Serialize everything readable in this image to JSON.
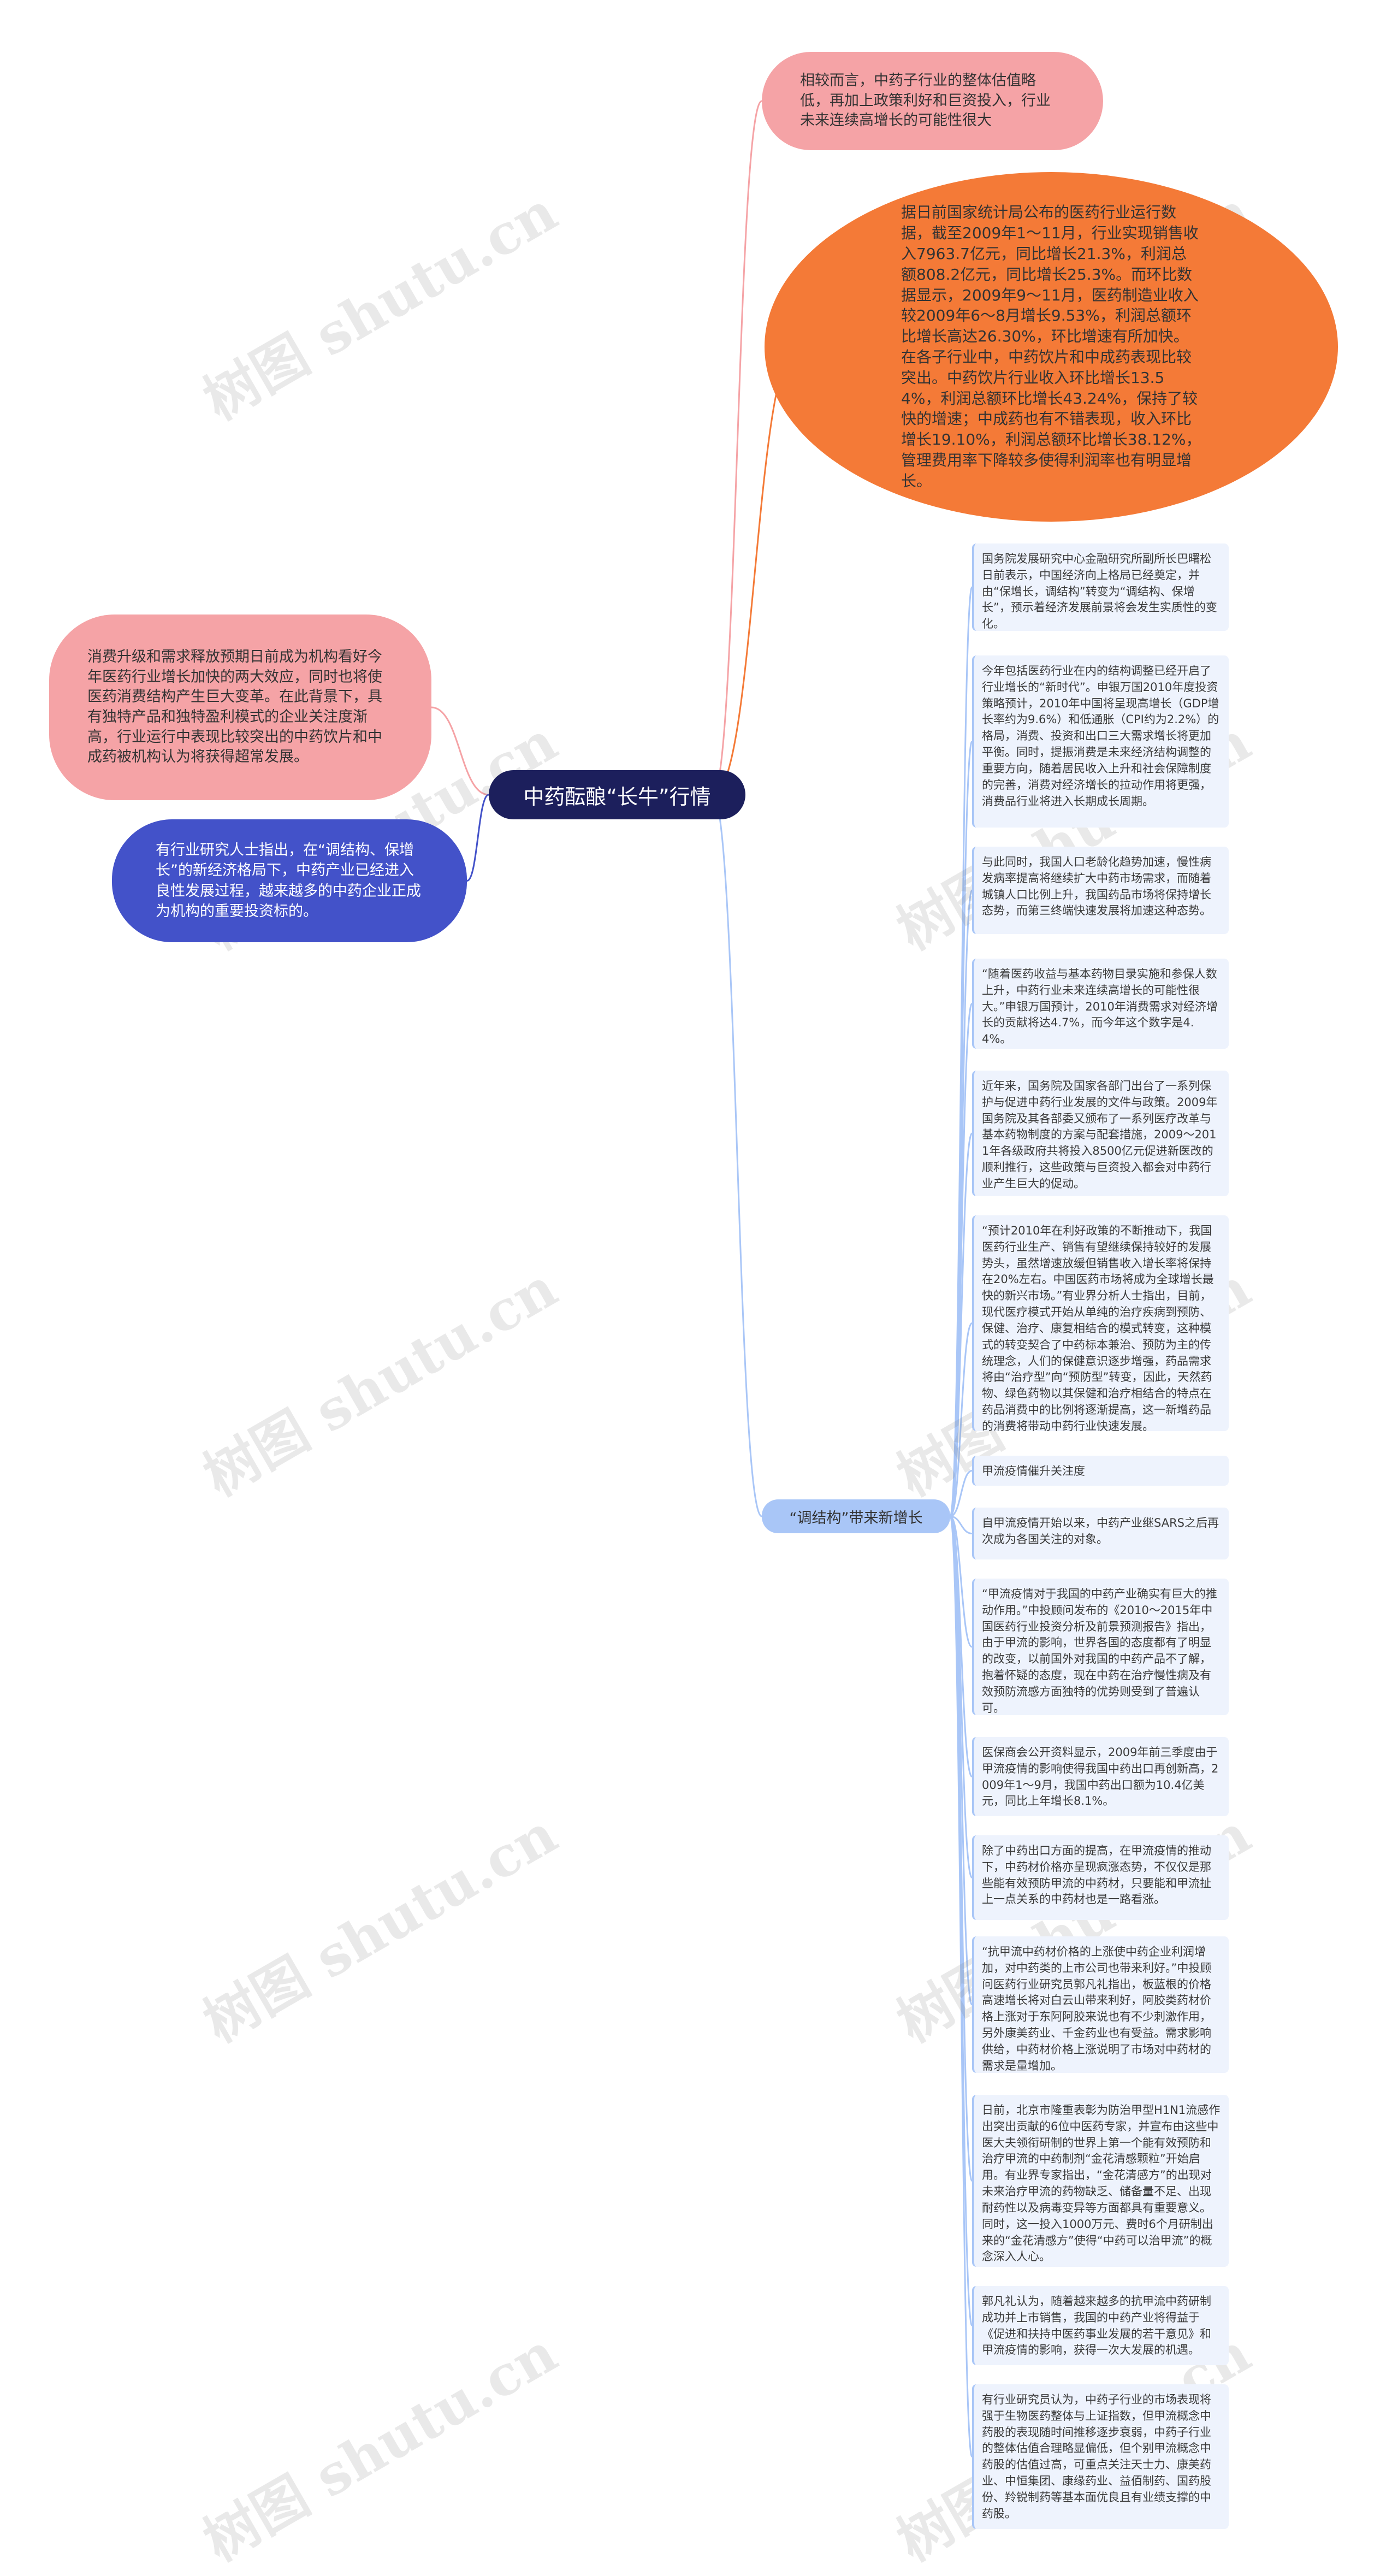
{
  "root": {
    "title": "中药酝酿“长牛”行情"
  },
  "left_nodes": [
    "消费升级和需求释放预期日前成为机构看好今年医药行业增长加快的两大效应，同时也将使医药消费结构产生巨大变革。在此背景下，具有独特产品和独特盈利模式的企业关注度渐高，行业运行中表现比较突出的中药饮片和中成药被机构认为将获得超常发展。",
    "有行业研究人士指出，在“调结构、保增长”的新经济格局下，中药产业已经进入良性发展过程，越来越多的中药企业正成为机构的重要投资标的。"
  ],
  "top_nodes": [
    "相较而言，中药子行业的整体估值略低，再加上政策利好和巨资投入，行业未来连续高增长的可能性很大",
    "据日前国家统计局公布的医药行业运行数据，截至2009年1～11月，行业实现销售收入7963.7亿元，同比增长21.3%，利润总额808.2亿元，同比增长25.3%。而环比数据显示，2009年9～11月，医药制造业收入较2009年6～8月增长9.53%，利润总额环比增长高达26.30%，环比增速有所加快。在各子行业中，中药饮片和中成药表现比较突出。中药饮片行业收入环比增长13.54%，利润总额环比增长43.24%，保持了较快的增速；中成药也有不错表现，收入环比增长19.10%，利润总额环比增长38.12%，管理费用率下降较多使得利润率也有明显增长。"
  ],
  "branch": {
    "label": "“调结构”带来新增长"
  },
  "leaves": [
    "国务院发展研究中心金融研究所副所长巴曙松日前表示，中国经济向上格局已经奠定，并由“保增长，调结构”转变为“调结构、保增长”，预示着经济发展前景将会发生实质性的变化。",
    "今年包括医药行业在内的结构调整已经开启了行业增长的“新时代”。申银万国2010年度投资策略预计，2010年中国将呈现高增长（GDP增长率约为9.6%）和低通胀（CPI约为2.2%）的格局，消费、投资和出口三大需求增长将更加平衡。同时，提振消费是未来经济结构调整的重要方向，随着居民收入上升和社会保障制度的完善，消费对经济增长的拉动作用将更强，消费品行业将进入长期成长周期。",
    "与此同时，我国人口老龄化趋势加速，慢性病发病率提高将继续扩大中药市场需求，而随着城镇人口比例上升，我国药品市场将保持增长态势，而第三终端快速发展将加速这种态势。",
    "“随着医药收益与基本药物目录实施和参保人数上升，中药行业未来连续高增长的可能性很大。”申银万国预计，2010年消费需求对经济增长的贡献将达4.7%，而今年这个数字是4.4%。",
    "近年来，国务院及国家各部门出台了一系列保护与促进中药行业发展的文件与政策。2009年国务院及其各部委又颁布了一系列医疗改革与基本药物制度的方案与配套措施，2009～2011年各级政府共将投入8500亿元促进新医改的顺利推行，这些政策与巨资投入都会对中药行业产生巨大的促动。",
    "“预计2010年在利好政策的不断推动下，我国医药行业生产、销售有望继续保持较好的发展势头，虽然增速放缓但销售收入增长率将保持在20%左右。中国医药市场将成为全球增长最快的新兴市场。”有业界分析人士指出，目前，现代医疗模式开始从单纯的治疗疾病到预防、保健、治疗、康复相结合的模式转变，这种模式的转变契合了中药标本兼治、预防为主的传统理念，人们的保健意识逐步增强，药品需求将由“治疗型”向“预防型”转变，因此，天然药物、绿色药物以其保健和治疗相结合的特点在药品消费中的比例将逐渐提高，这一新增药品的消费将带动中药行业快速发展。",
    "甲流疫情催升关注度",
    "自甲流疫情开始以来，中药产业继SARS之后再次成为各国关注的对象。",
    "“甲流疫情对于我国的中药产业确实有巨大的推动作用。”中投顾问发布的《2010～2015年中国医药行业投资分析及前景预测报告》指出，由于甲流的影响，世界各国的态度都有了明显的改变，以前国外对我国的中药产品不了解，抱着怀疑的态度，现在中药在治疗慢性病及有效预防流感方面独特的优势则受到了普遍认可。",
    "医保商会公开资料显示，2009年前三季度由于甲流疫情的影响使得我国中药出口再创新高，2009年1～9月，我国中药出口额为10.4亿美元，同比上年增长8.1%。",
    "除了中药出口方面的提高，在甲流疫情的推动下，中药材价格亦呈现疯涨态势，不仅仅是那些能有效预防甲流的中药材，只要能和甲流扯上一点关系的中药材也是一路看涨。",
    "“抗甲流中药材价格的上涨使中药企业利润增加，对中药类的上市公司也带来利好。”中投顾问医药行业研究员郭凡礼指出，板蓝根的价格高速增长将对白云山带来利好，阿胶类药材价格上涨对于东阿阿胶来说也有不少刺激作用，另外康美药业、千金药业也有受益。需求影响供给，中药材价格上涨说明了市场对中药材的需求是量增加。",
    "日前，北京市隆重表彰为防治甲型H1N1流感作出突出贡献的6位中医药专家，并宣布由这些中医大夫领衔研制的世界上第一个能有效预防和治疗甲流的中药制剂“金花清感颗粒”开始启用。有业界专家指出，“金花清感方”的出现对未来治疗甲流的药物缺乏、储备量不足、出现耐药性以及病毒变异等方面都具有重要意义。同时，这一投入1000万元、费时6个月研制出来的“金花清感方”使得“中药可以治甲流”的概念深入人心。",
    "郭凡礼认为，随着越来越多的抗甲流中药研制成功并上市销售，我国的中药产业将得益于《促进和扶持中医药事业发展的若干意见》和甲流疫情的影响，获得一次大发展的机遇。",
    "有行业研究员认为，中药子行业的市场表现将强于生物医药整体与上证指数，但甲流概念中药股的表现随时间推移逐步衰弱，中药子行业的整体估值合理略显偏低，但个别甲流概念中药股的估值过高，可重点关注天士力、康美药业、中恒集团、康缘药业、益佰制药、国药股份、羚锐制药等基本面优良且有业绩支撑的中药股。"
  ],
  "watermark": {
    "text": "树图 shutu.cn"
  },
  "colors": {
    "root": "#1c1f5c",
    "pink": "#f5a3a6",
    "orange": "#f47a37",
    "blue": "#4352c9",
    "branch": "#a9c6f7",
    "leaf": "#eef3fd"
  }
}
